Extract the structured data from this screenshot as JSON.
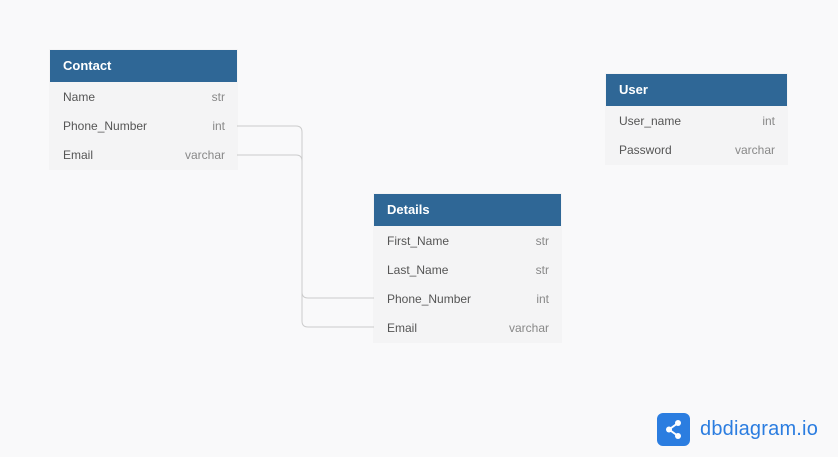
{
  "tables": {
    "contact": {
      "title": "Contact",
      "fields": [
        {
          "name": "Name",
          "type": "str"
        },
        {
          "name": "Phone_Number",
          "type": "int"
        },
        {
          "name": "Email",
          "type": "varchar"
        }
      ]
    },
    "user": {
      "title": "User",
      "fields": [
        {
          "name": "User_name",
          "type": "int"
        },
        {
          "name": "Password",
          "type": "varchar"
        }
      ]
    },
    "details": {
      "title": "Details",
      "fields": [
        {
          "name": "First_Name",
          "type": "str"
        },
        {
          "name": "Last_Name",
          "type": "str"
        },
        {
          "name": "Phone_Number",
          "type": "int"
        },
        {
          "name": "Email",
          "type": "varchar"
        }
      ]
    }
  },
  "relations": [
    {
      "from": "Contact.Phone_Number",
      "to": "Details.Phone_Number"
    },
    {
      "from": "Contact.Email",
      "to": "Details.Email"
    }
  ],
  "brand": {
    "name": "dbdiagram.io",
    "icon": "share-nodes-icon"
  },
  "colors": {
    "header": "#2f6796",
    "brand": "#2b7de0",
    "background": "#f9f9fa",
    "link": "#cccccc"
  }
}
